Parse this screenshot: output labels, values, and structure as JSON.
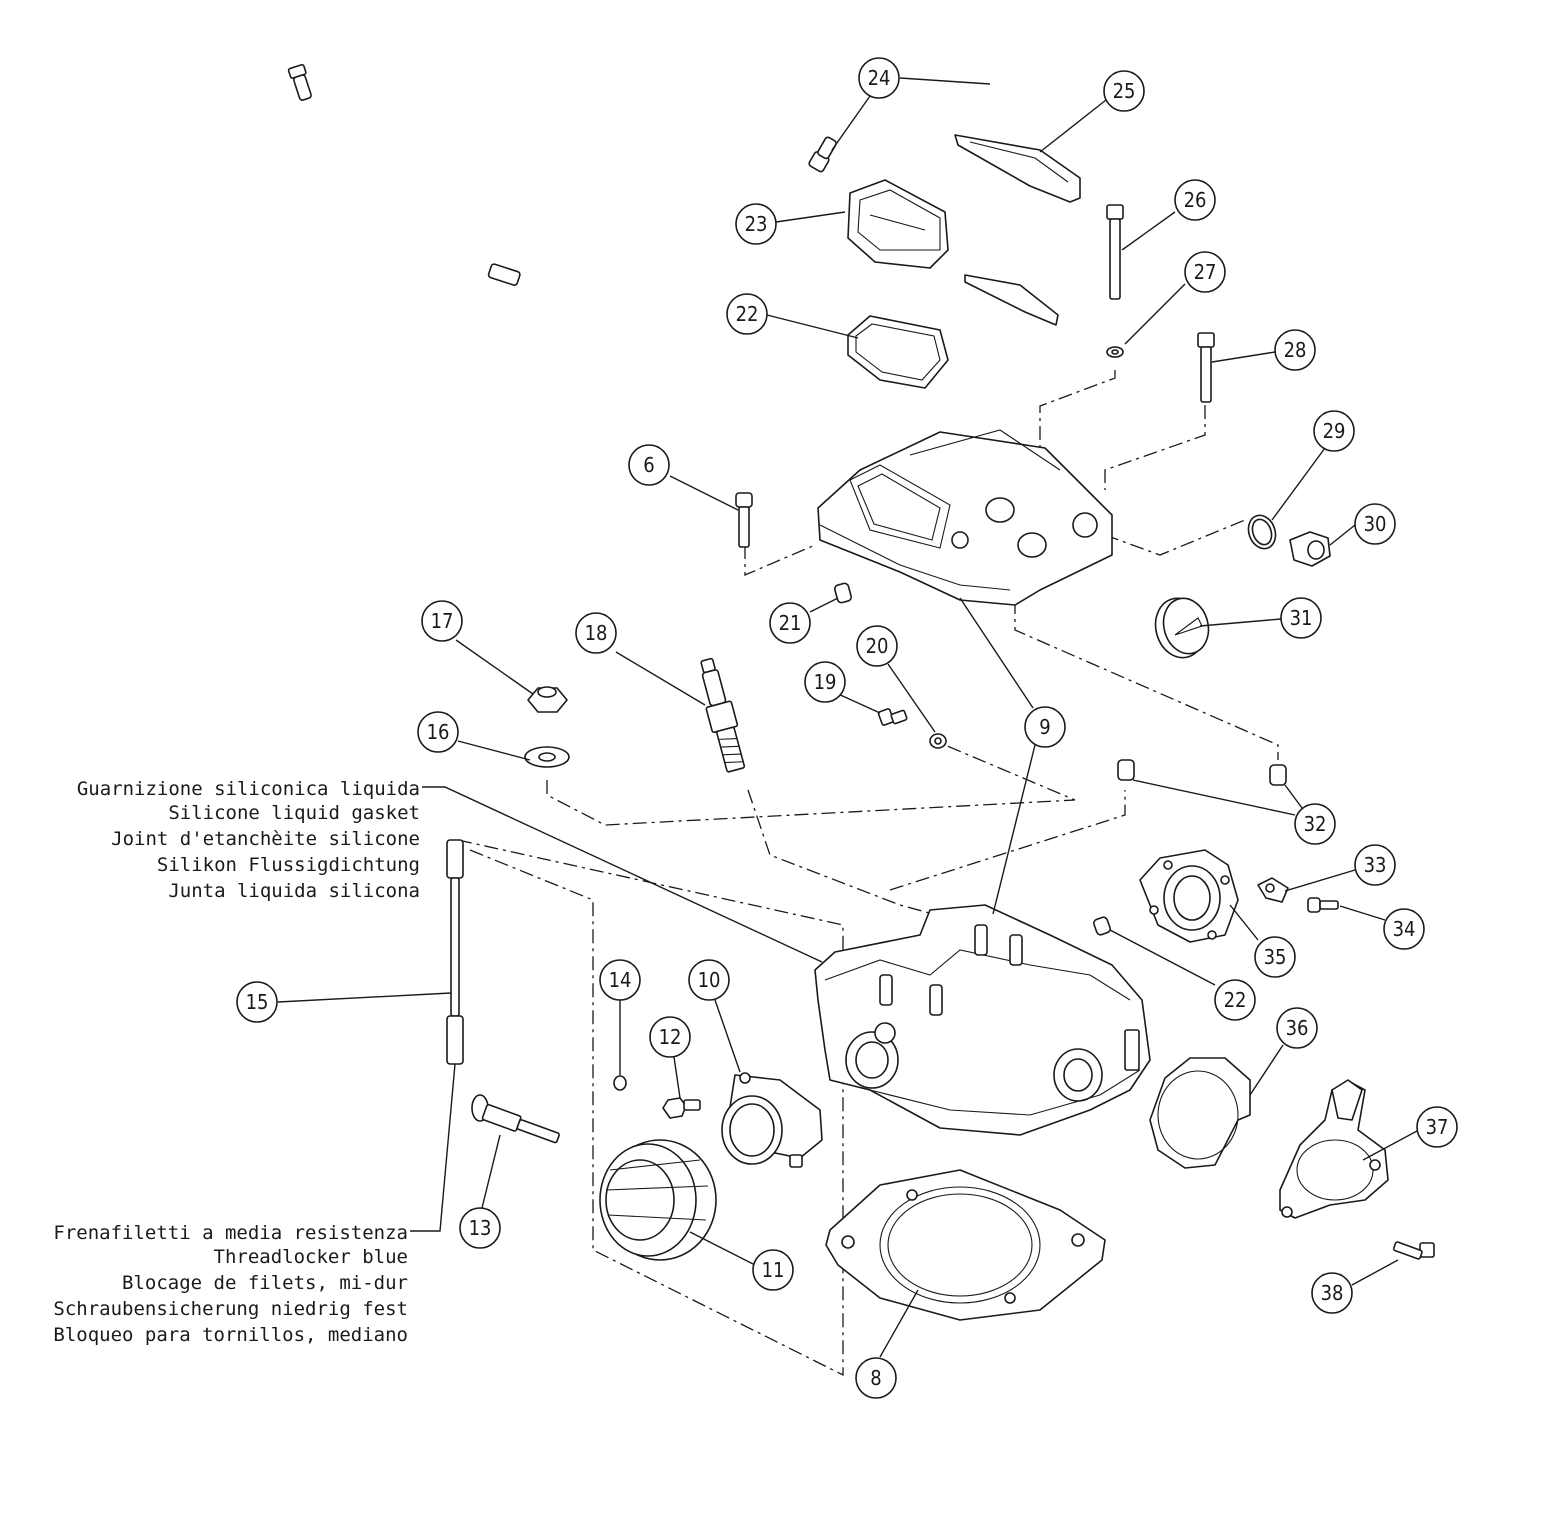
{
  "callouts": [
    "24",
    "25",
    "23",
    "26",
    "27",
    "22",
    "28",
    "6",
    "29",
    "30",
    "21",
    "31",
    "17",
    "18",
    "20",
    "19",
    "9",
    "16",
    "32",
    "33",
    "35",
    "34",
    "22",
    "14",
    "10",
    "12",
    "15",
    "36",
    "37",
    "13",
    "11",
    "38",
    "8"
  ],
  "notes": {
    "sealant": [
      "Guarnizione siliconica liquida",
      "Silicone liquid gasket",
      "Joint d'etanchèite silicone",
      "Silikon Flussigdichtung",
      "Junta liquida silicona"
    ],
    "threadlocker": [
      "Frenafiletti a media resistenza",
      "Threadlocker blue",
      "Blocage de filets, mi-dur",
      "Schraubensicherung niedrig fest",
      "Bloqueo para tornillos, mediano"
    ]
  }
}
